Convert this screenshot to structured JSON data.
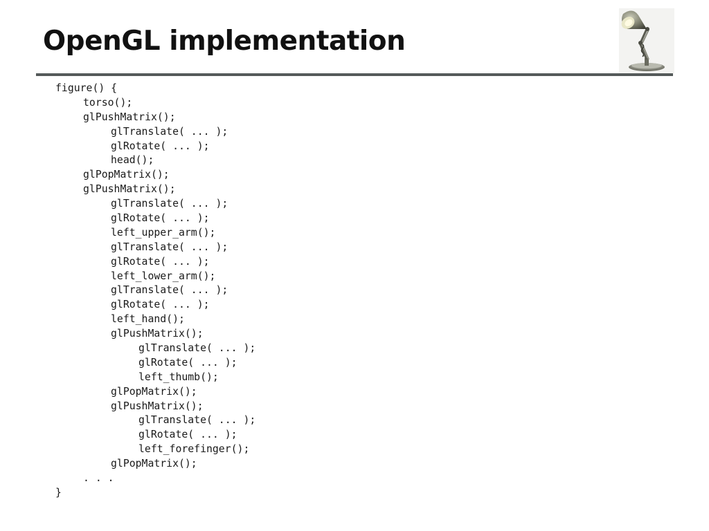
{
  "slide": {
    "title": "OpenGL implementation",
    "logo_icon": "desk-lamp-icon",
    "code": [
      {
        "text": "figure() {",
        "indent": 0
      },
      {
        "text": "torso();",
        "indent": 1
      },
      {
        "text": "glPushMatrix();",
        "indent": 1
      },
      {
        "text": "glTranslate( ... );",
        "indent": 2
      },
      {
        "text": "glRotate( ... );",
        "indent": 2
      },
      {
        "text": "head();",
        "indent": 2
      },
      {
        "text": "glPopMatrix();",
        "indent": 1
      },
      {
        "text": "glPushMatrix();",
        "indent": 1
      },
      {
        "text": "glTranslate( ... );",
        "indent": 2
      },
      {
        "text": "glRotate( ... );",
        "indent": 2
      },
      {
        "text": "left_upper_arm();",
        "indent": 2
      },
      {
        "text": "glTranslate( ... );",
        "indent": 2
      },
      {
        "text": "glRotate( ... );",
        "indent": 2
      },
      {
        "text": "left_lower_arm();",
        "indent": 2
      },
      {
        "text": "glTranslate( ... );",
        "indent": 2
      },
      {
        "text": "glRotate( ... );",
        "indent": 2
      },
      {
        "text": "left_hand();",
        "indent": 2
      },
      {
        "text": "glPushMatrix();",
        "indent": 2
      },
      {
        "text": "glTranslate( ... );",
        "indent": 3
      },
      {
        "text": "glRotate( ... );",
        "indent": 3
      },
      {
        "text": "left_thumb();",
        "indent": 3
      },
      {
        "text": "glPopMatrix();",
        "indent": 2
      },
      {
        "text": "glPushMatrix();",
        "indent": 2
      },
      {
        "text": "glTranslate( ... );",
        "indent": 3
      },
      {
        "text": "glRotate( ... );",
        "indent": 3
      },
      {
        "text": "left_forefinger();",
        "indent": 3
      },
      {
        "text": "glPopMatrix();",
        "indent": 2
      },
      {
        "text": ". . .",
        "indent": 1
      },
      {
        "text": "}",
        "indent": 0
      }
    ]
  }
}
